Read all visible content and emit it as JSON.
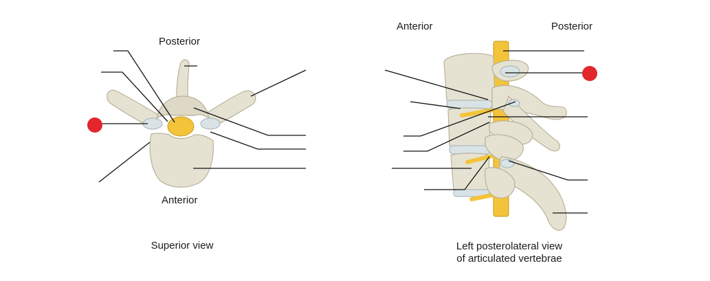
{
  "superior": {
    "posterior_label": "Posterior",
    "anterior_label": "Anterior",
    "caption": "Superior view"
  },
  "lateral": {
    "anterior_label": "Anterior",
    "posterior_label": "Posterior",
    "caption_line1": "Left posterolateral view",
    "caption_line2": "of articulated vertebrae"
  },
  "colors": {
    "bone": "#e6e2d2",
    "bone_shadow": "#c9c3ac",
    "cartilage": "#d9e3e6",
    "spinal_cord": "#f3c43a",
    "marker": "#e3262b",
    "leader": "#111111"
  }
}
